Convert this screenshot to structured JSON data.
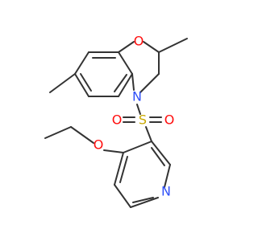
{
  "molecule": {
    "atoms": {
      "O1": "O",
      "N4": "N",
      "S": "S",
      "O_s1": "O",
      "O_s2": "O",
      "O_eth": "O",
      "N_py": "N"
    }
  },
  "colors": {
    "bond": "#333333",
    "oxygen": "#ff0d0d",
    "nitrogen": "#3050f8",
    "sulfur": "#c8a800",
    "background": "#ffffff"
  }
}
